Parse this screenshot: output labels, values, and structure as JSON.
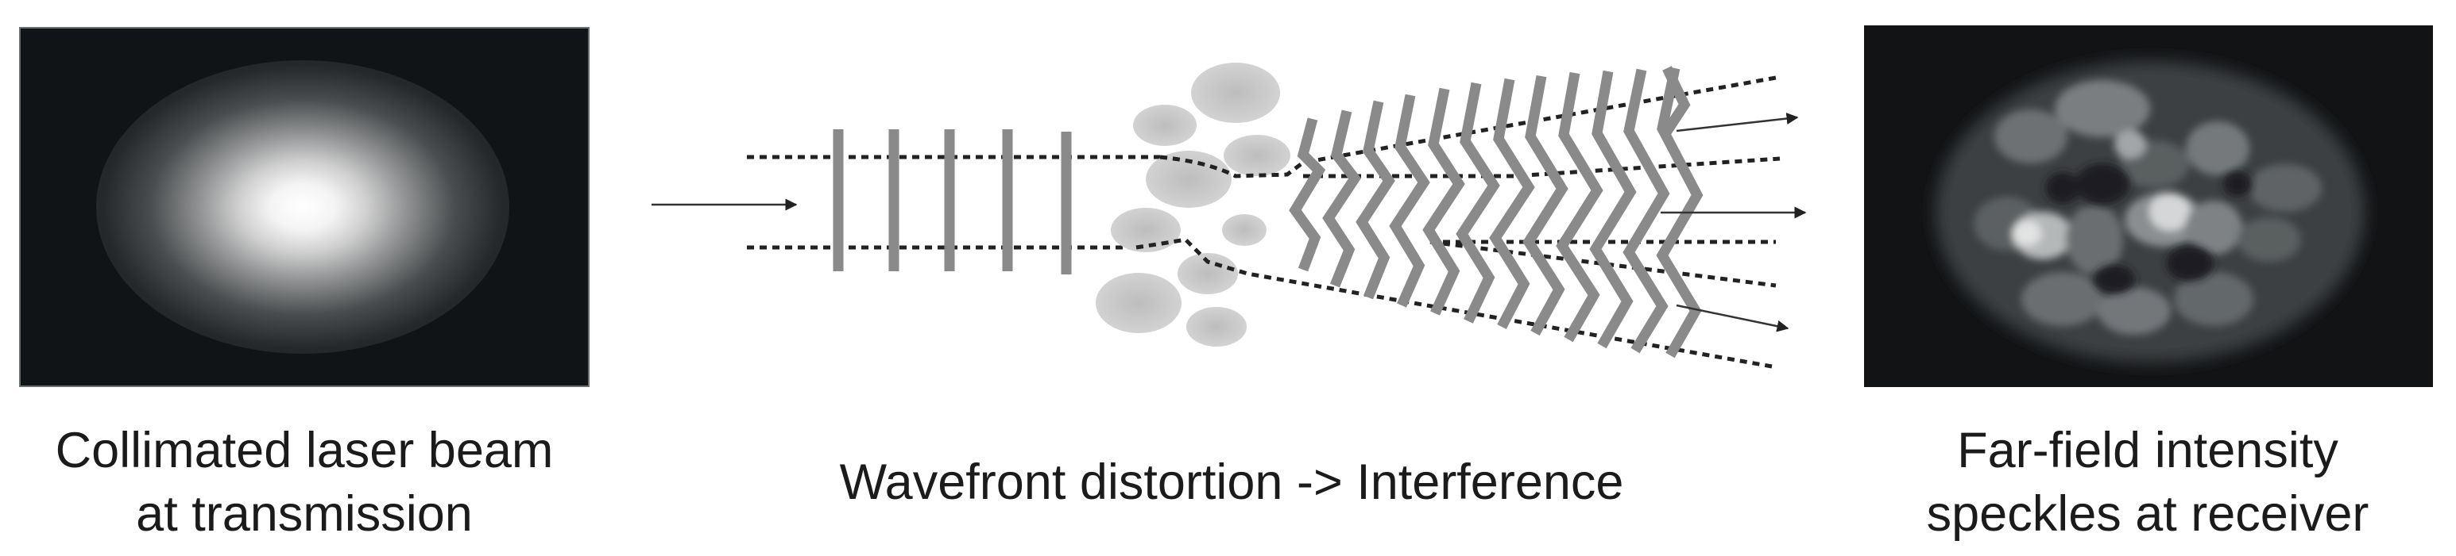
{
  "captions": {
    "left_line1": "Collimated laser beam",
    "left_line2": "at transmission",
    "middle": "Wavefront distortion -> Interference",
    "right_line1": "Far-field intensity",
    "right_line2": "speckles at receiver"
  },
  "colors": {
    "panel_background": "#111416",
    "wavefront": "#8a8a8a",
    "turbulence_cell": "#c4c4c4",
    "line": "#222222"
  }
}
